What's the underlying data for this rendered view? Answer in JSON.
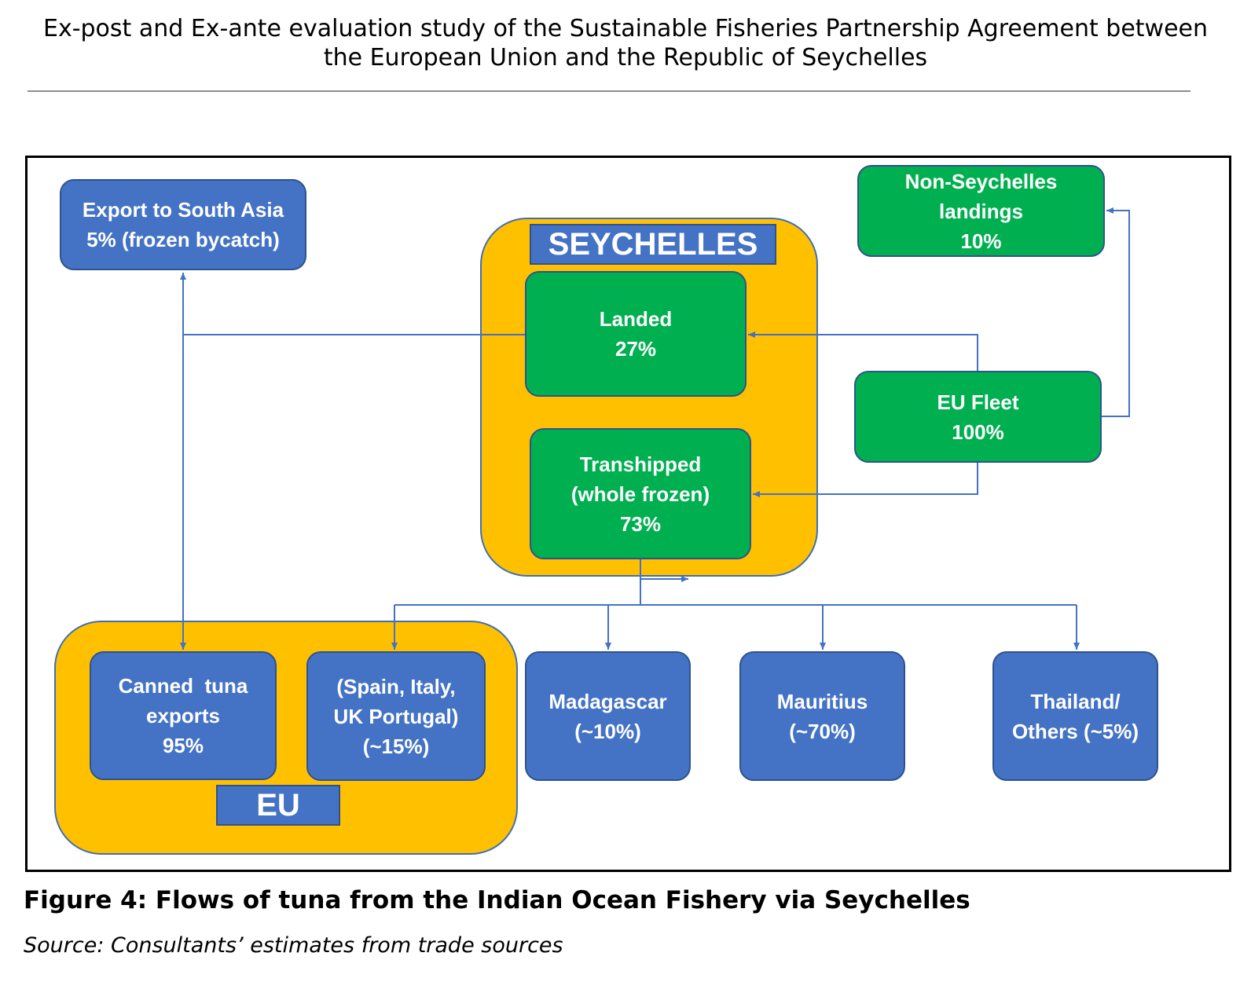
{
  "header": {
    "line1": "Ex-post and Ex-ante evaluation study of the Sustainable Fisheries Partnership Agreement between",
    "line2": "the European Union and the Republic of Seychelles"
  },
  "diagram": {
    "seychelles_label": "SEYCHELLES",
    "eu_label": "EU",
    "export_south_asia": {
      "line1": "Export to South Asia",
      "line2": "5% (frozen bycatch)"
    },
    "non_seychelles": {
      "line1": "Non-Seychelles",
      "line2": "landings",
      "line3": "10%"
    },
    "landed": {
      "line1": "Landed",
      "line2": "27%"
    },
    "eu_fleet": {
      "line1": "EU Fleet",
      "line2": "100%"
    },
    "transhipped": {
      "line1": "Transhipped",
      "line2": "(whole frozen)",
      "line3": "73%"
    },
    "canned_tuna": {
      "line1": "Canned  tuna",
      "line2": "exports",
      "line3": "95%"
    },
    "spain_italy": {
      "line1": "(Spain, Italy,",
      "line2": "UK Portugal)",
      "line3": "(~15%)"
    },
    "madagascar": {
      "line1": "Madagascar",
      "line2": "(~10%)"
    },
    "mauritius": {
      "line1": "Mauritius",
      "line2": "(~70%)"
    },
    "thailand": {
      "line1": "Thailand/",
      "line2": "Others (~5%)"
    }
  },
  "colors": {
    "blue_box": "#4472c4",
    "green_box": "#00b050",
    "region_fill": "#ffc000",
    "connector": "#4472c4"
  },
  "caption": "Figure 4: Flows of tuna from the Indian Ocean Fishery via Seychelles",
  "source": "Source: Consultants’ estimates from trade sources"
}
